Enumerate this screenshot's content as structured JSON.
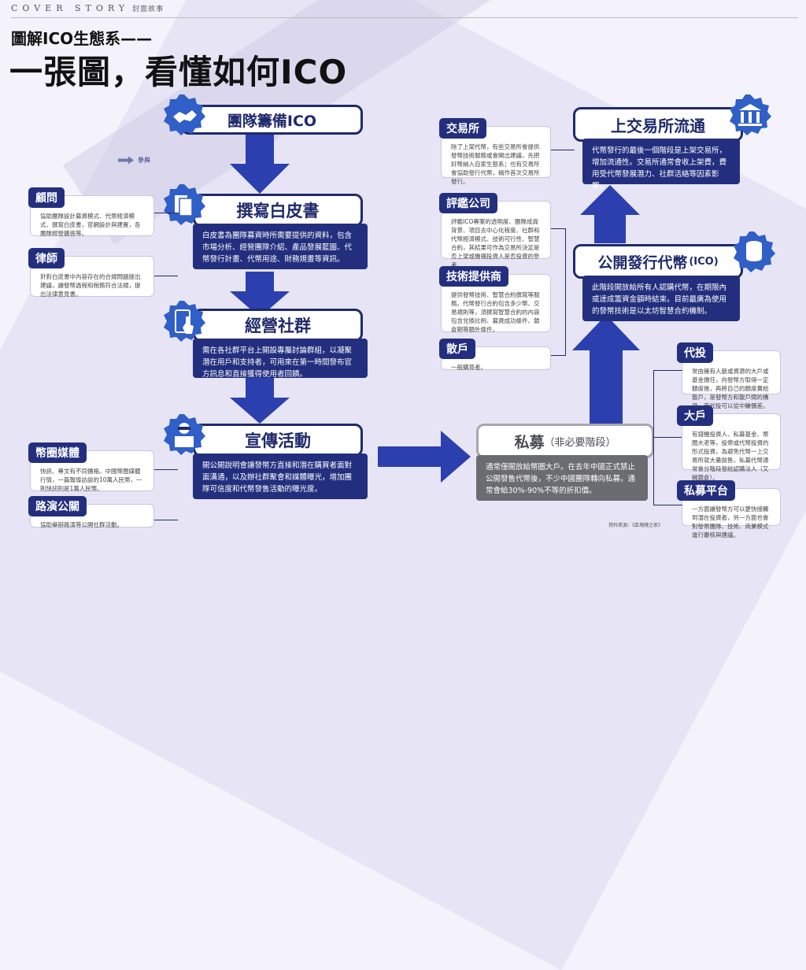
{
  "header": {
    "label": "COVER STORY",
    "label_sub": "封面故事",
    "subtitle": "圖解ICO生態系——",
    "title": "一張圖，看懂如何ICO"
  },
  "legend": "參與",
  "left_flow": [
    {
      "title": "團隊籌備ICO",
      "icon": "handshake-icon",
      "text": ""
    },
    {
      "title": "撰寫白皮書",
      "icon": "documents-icon",
      "text": "白皮書為團隊募資時所需要提供的資料，包含市場分析、經營團隊介紹、產品發展藍圖、代幣發行計畫、代幣用途、財務規畫等資訊。"
    },
    {
      "title": "經營社群",
      "icon": "touch-phone-icon",
      "text": "需在各社群平台上開設專屬討論群組，以凝聚潛在用戶和支持者，可用來在第一時間發布官方訊息和直接獲得使用者回饋。"
    },
    {
      "title": "宣傳活動",
      "icon": "presenter-icon",
      "text": "開公開說明會讓發幣方直接和潛在購買者面對面溝通，以及辦社群聚會和媒體曝光，增加團隊可信度和代幣發售活動的曝光度。"
    }
  ],
  "private": {
    "title": "私募",
    "note": "（非必要階段）",
    "text": "通常僅開放給幣圈大戶。在去年中國正式禁止公開發售代幣後，不少中國團隊轉向私募，通常會給30%-90%不等的折扣價。"
  },
  "right_flow": [
    {
      "title": "上交易所流通",
      "icon": "exchange-building-icon",
      "text": "代幣發行的最後一個階段是上架交易所，增加流通性。交易所通常會收上架費，費用受代幣發展潛力、社群活絡等因素影響。"
    },
    {
      "title": "公開發行代幣",
      "title_suffix": "(ICO)",
      "icon": "coin-stack-icon",
      "text": "此階段開放給所有人認購代幣，在期限內或達成籌資金額時結束。目前最廣為使用的發幣技術是以太坊智慧合約機制。"
    }
  ],
  "left_cards": [
    {
      "tab": "顧問",
      "text": "協助團隊設計募資模式、代幣經濟模式、撰寫白皮書，官網設計與建置，各團隊經營擴張等。"
    },
    {
      "tab": "律師",
      "text": "針對白皮書中內容存在的合規問題提出建議，讓發幣過程和稅務符合法規，提出法律意見書。"
    },
    {
      "tab": "幣圈媒體",
      "text": "快訊、專文有不同價格。中國幣圈媒體行情，一篇報導訪談的10萬人民幣，一則快訊則是1萬人民幣。"
    },
    {
      "tab": "路演公關",
      "text": "協助舉辦路演等公開社群活動。"
    }
  ],
  "center_cards": [
    {
      "tab": "交易所",
      "text": "除了上架代幣，有些交易所會提供發幣技術服務或會開出建議，先把好幣納入自家生態系；也有交易所會協助發行代幣，稱作首次交易所發行。"
    },
    {
      "tab": "評鑑公司",
      "text": "評鑑ICO專案的透明度、團隊成員背景、項目去中心化程度、社群和代幣經濟模式、技術可行性、智慧合約，其結果可作為交易所決定是否上架或機構投資人是否投資的參考。"
    },
    {
      "tab": "技術提供商",
      "text": "提供發幣技術、智慧合約撰寫等服務。代幣發行合約包含多少幣、交易規則等，須撰寫智慧合約的內容包含兌換比例、募資成功條件、鎖倉期等額外條件。"
    },
    {
      "tab": "散戶",
      "text": "一般購買者。"
    }
  ],
  "right_cards": [
    {
      "tab": "代投",
      "text": "常由擁有人脈或資源的大戶或基金擔任，向發幣方取得一定額度後，再將自己的額度賣給散戶，是發幣方和散戶間的橋梁，而代投可以從中賺價差。"
    },
    {
      "tab": "大戶",
      "text": "有錢機投資人、私募基金、幣圈大老等，投幣或代幣投資的形式投資，為避免代幣一上交易所就大量拋售，私募代幣通常會分階段發給認購法人（又稱鎖倉）。"
    },
    {
      "tab": "私募平台",
      "text": "一方面讓發幣方可以更快接觸到潛在投資者，另一方面也會對發幣團隊、技術、商業模式進行審核與建議。"
    }
  ],
  "source": "資料來源：《區塊鏈之家》",
  "colors": {
    "navy": "#1f2a6b",
    "panel": "#232f7e",
    "badge": "#2f5fc7",
    "gray": "#a7a7ad"
  }
}
